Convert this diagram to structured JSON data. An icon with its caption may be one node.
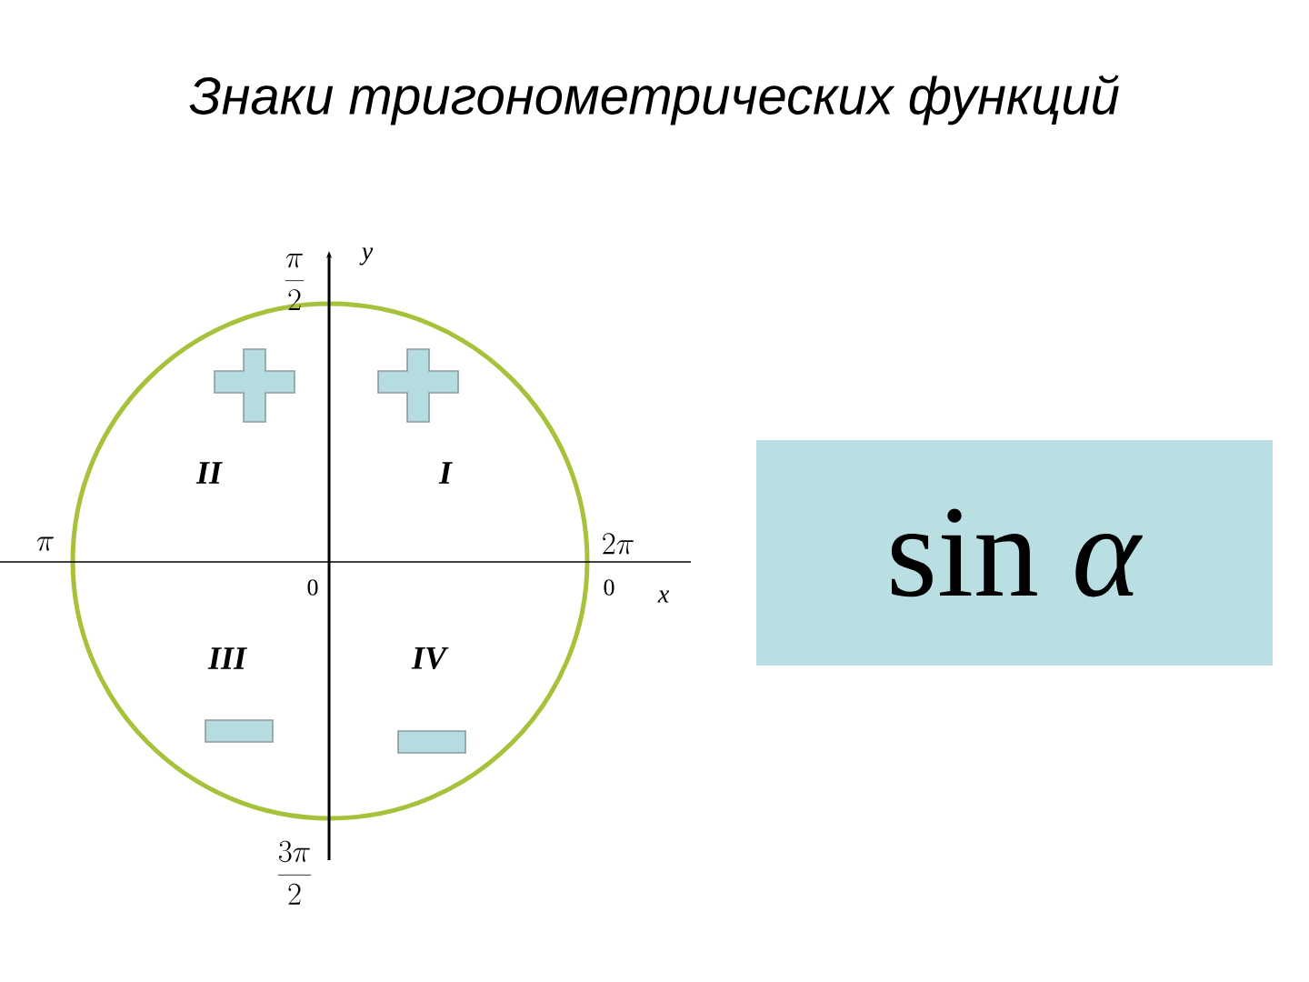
{
  "diagram": {
    "title": "Знаки тригонометрических функций",
    "nodes": [
      {
        "text": [
          "sin *α*"
        ]
      }
    ],
    "labels": [
      "\\frac{\\pi}{2}",
      "y",
      "II",
      "I",
      "\\pi",
      "2\\pi",
      "0",
      "0",
      "x",
      "III",
      "IV",
      "\\frac{3\\pi}{2}"
    ]
  }
}
